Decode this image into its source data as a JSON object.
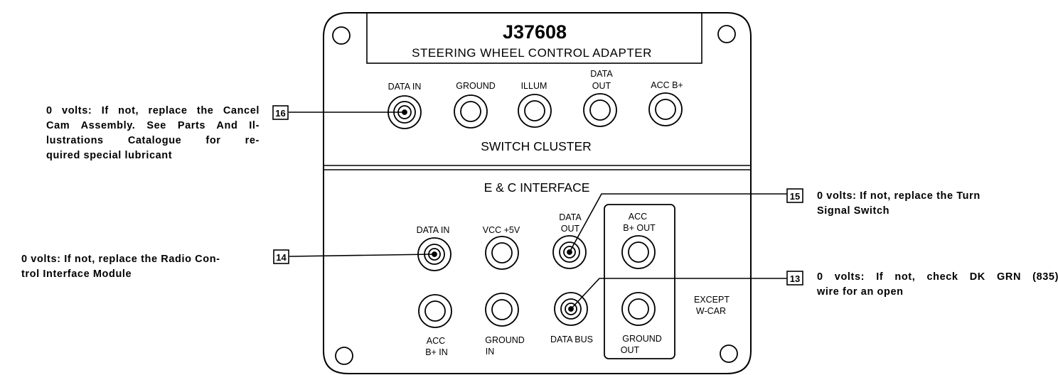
{
  "adapter": {
    "part_number": "J37608",
    "name": "STEERING WHEEL CONTROL ADAPTER"
  },
  "switch_cluster": {
    "label": "SWITCH CLUSTER",
    "jacks": [
      {
        "label_line1": "",
        "label_line2": "DATA IN"
      },
      {
        "label_line1": "",
        "label_line2": "GROUND"
      },
      {
        "label_line1": "",
        "label_line2": "ILLUM"
      },
      {
        "label_line1": "DATA",
        "label_line2": "OUT"
      },
      {
        "label_line1": "",
        "label_line2": "ACC B+"
      }
    ]
  },
  "ec_interface": {
    "label": "E & C INTERFACE",
    "top_labels": [
      {
        "line1": "",
        "line2": "DATA IN"
      },
      {
        "line1": "",
        "line2": "VCC +5V"
      },
      {
        "line1": "DATA",
        "line2": "OUT"
      },
      {
        "line1": "ACC",
        "line2": "B+ OUT"
      }
    ],
    "bottom_labels": [
      {
        "line1": "ACC",
        "line2": "B+ IN"
      },
      {
        "line1": "GROUND",
        "line2": "IN"
      },
      {
        "line1": "DATA BUS",
        "line2": ""
      },
      {
        "line1": "GROUND",
        "line2": "OUT"
      }
    ],
    "except_note": {
      "line1": "EXCEPT",
      "line2": "W-CAR"
    }
  },
  "callouts": {
    "c16": {
      "number": "16",
      "lines": [
        "0 volts: If not, replace the Cancel",
        "Cam Assembly. See Parts And Il-",
        "lustrations Catalogue for re-",
        "quired special lubricant"
      ]
    },
    "c14": {
      "number": "14",
      "lines": [
        "0 volts: If not, replace the Radio Con-",
        "trol Interface Module"
      ]
    },
    "c15": {
      "number": "15",
      "lines": [
        "0 volts: If not, replace the Turn",
        "Signal Switch"
      ]
    },
    "c13": {
      "number": "13",
      "lines": [
        "0 volts: If not, check DK GRN (835)",
        "wire for an open"
      ]
    }
  }
}
